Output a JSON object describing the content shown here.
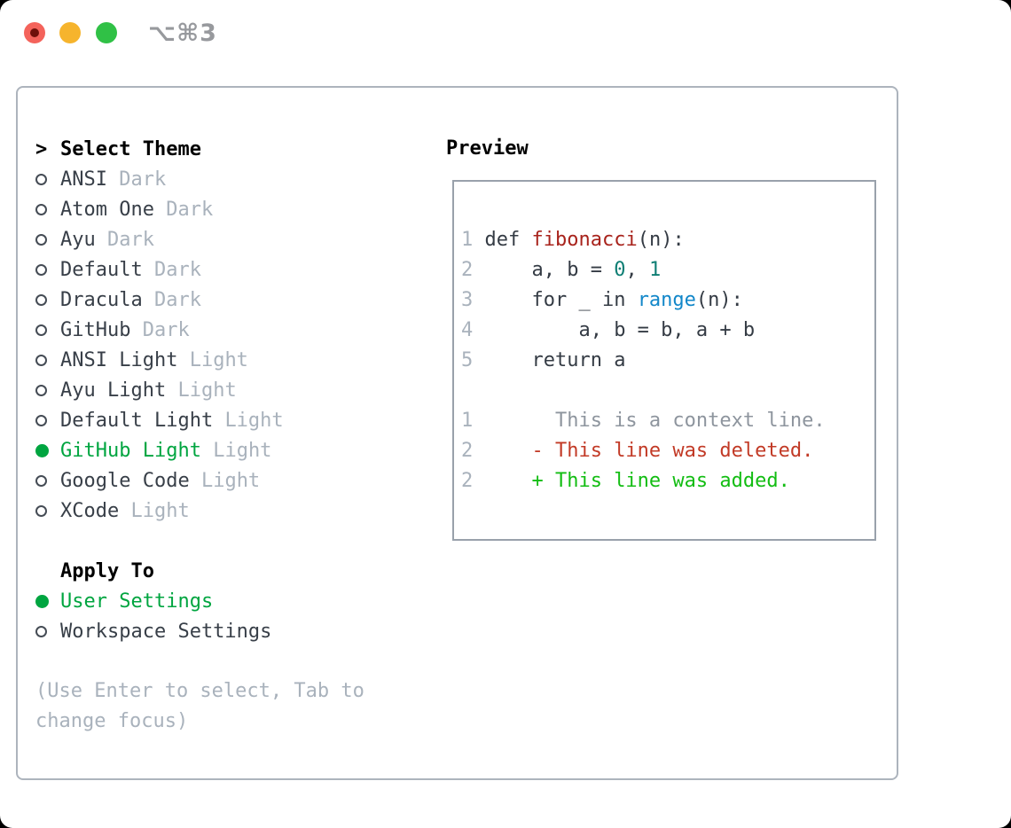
{
  "window": {
    "title": "⌥⌘3"
  },
  "colors": {
    "accent_green": "#00a540",
    "added_green": "#13bd13",
    "deleted_red": "#c23a26",
    "function_red": "#a8231c",
    "builtin_blue": "#1287c9",
    "number_teal": "#0e7e74",
    "text_dark": "#383f48",
    "muted_gray": "#a9b2bc",
    "context_gray": "#8e959e",
    "panel_border": "#adb4bd",
    "traffic_red": "#f4635b",
    "traffic_yellow": "#f6b42d",
    "traffic_green": "#30c146"
  },
  "theme_panel": {
    "header": {
      "prompt": ">",
      "label": "Select Theme"
    },
    "themes": [
      {
        "name": "ANSI",
        "variant": "Dark",
        "selected": false
      },
      {
        "name": "Atom One",
        "variant": "Dark",
        "selected": false
      },
      {
        "name": "Ayu",
        "variant": "Dark",
        "selected": false
      },
      {
        "name": "Default",
        "variant": "Dark",
        "selected": false
      },
      {
        "name": "Dracula",
        "variant": "Dark",
        "selected": false
      },
      {
        "name": "GitHub",
        "variant": "Dark",
        "selected": false
      },
      {
        "name": "ANSI Light",
        "variant": "Light",
        "selected": false
      },
      {
        "name": "Ayu Light",
        "variant": "Light",
        "selected": false
      },
      {
        "name": "Default Light",
        "variant": "Light",
        "selected": false
      },
      {
        "name": "GitHub Light",
        "variant": "Light",
        "selected": true
      },
      {
        "name": "Google Code",
        "variant": "Light",
        "selected": false
      },
      {
        "name": "XCode",
        "variant": "Light",
        "selected": false
      }
    ],
    "apply_to": {
      "label": "Apply To",
      "options": [
        {
          "label": "User Settings",
          "selected": true
        },
        {
          "label": "Workspace Settings",
          "selected": false
        }
      ]
    },
    "hint_line1": "(Use Enter to select, Tab to",
    "hint_line2": "change focus)"
  },
  "preview": {
    "title": "Preview",
    "code": [
      {
        "num": "1",
        "tokens": [
          {
            "t": " def ",
            "role": "keyword"
          },
          {
            "t": "fibonacci",
            "role": "function-name"
          },
          {
            "t": "(n):",
            "role": "punctuation"
          }
        ]
      },
      {
        "num": "2",
        "tokens": [
          {
            "t": "     a, b = ",
            "role": "code"
          },
          {
            "t": "0",
            "role": "number"
          },
          {
            "t": ", ",
            "role": "punctuation"
          },
          {
            "t": "1",
            "role": "number"
          }
        ]
      },
      {
        "num": "3",
        "tokens": [
          {
            "t": "     for _ in ",
            "role": "code"
          },
          {
            "t": "range",
            "role": "builtin"
          },
          {
            "t": "(n):",
            "role": "punctuation"
          }
        ]
      },
      {
        "num": "4",
        "tokens": [
          {
            "t": "         a, b = b, a + b",
            "role": "code"
          }
        ]
      },
      {
        "num": "5",
        "tokens": [
          {
            "t": "     return a",
            "role": "code"
          }
        ]
      }
    ],
    "diff": [
      {
        "num": "1",
        "text": "       This is a context line.",
        "type": "context"
      },
      {
        "num": "2",
        "text": "     - This line was deleted.",
        "type": "deleted"
      },
      {
        "num": "2",
        "text": "     + This line was added.",
        "type": "added"
      }
    ]
  }
}
